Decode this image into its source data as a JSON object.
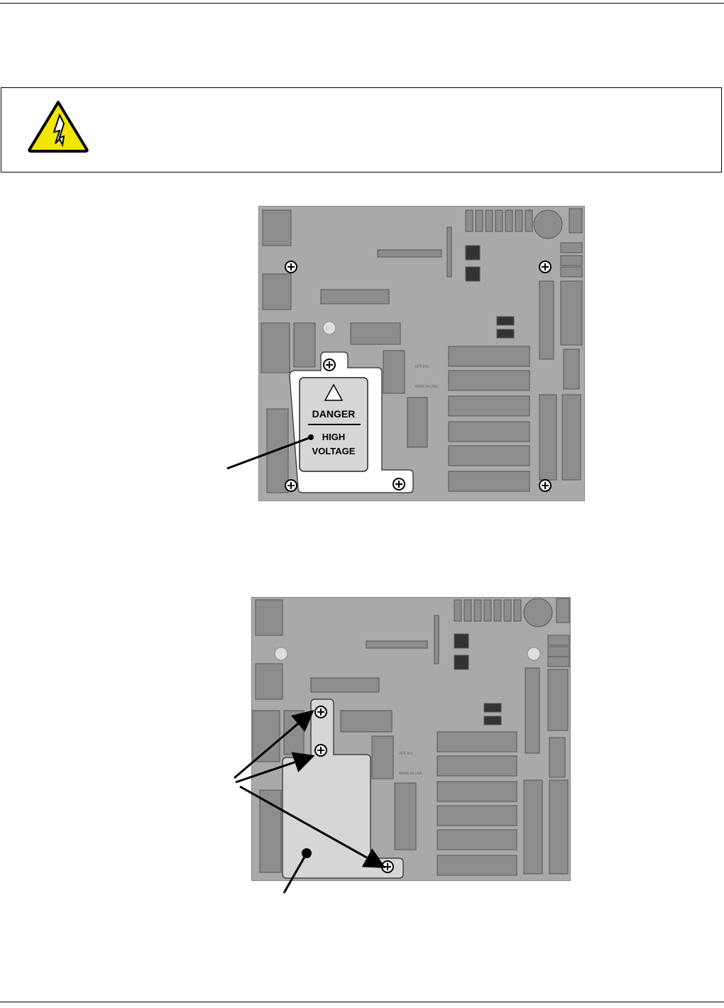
{
  "warning": {
    "icon": "high-voltage-warning-icon",
    "text": ""
  },
  "figure_top": {
    "company": "API Inc.",
    "origin": "MADE IN USA",
    "shield_label": {
      "title": "DANGER",
      "subtitle_line1": "HIGH",
      "subtitle_line2": "VOLTAGE"
    }
  },
  "figure_bottom": {
    "company": "API Inc.",
    "origin": "MADE IN USA"
  },
  "colors": {
    "board": "#a9a9a9",
    "shield": "#ffffff",
    "shield_removed": "#d6d6d6",
    "warning_yellow": "#f2e600"
  }
}
